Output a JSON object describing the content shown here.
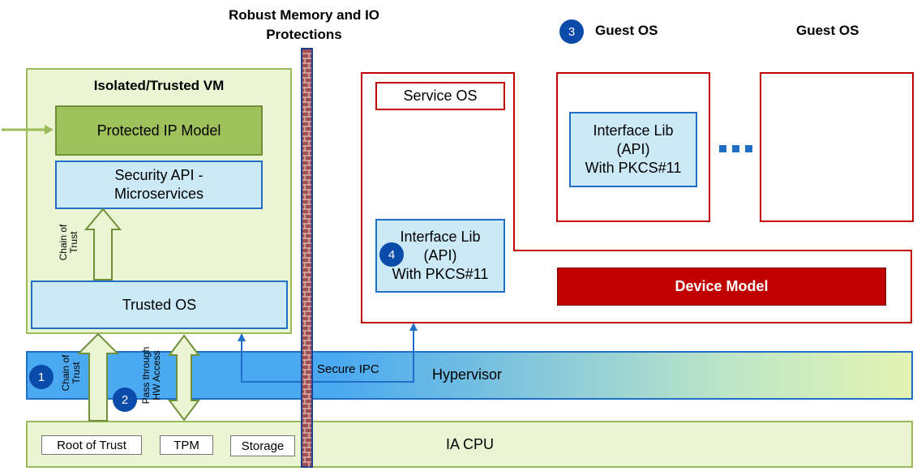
{
  "headers": {
    "memory_io": "Robust Memory and IO\nProtections",
    "guest_os_1": "Guest OS",
    "guest_os_2": "Guest OS"
  },
  "trusted_vm": {
    "title": "Isolated/Trusted VM",
    "protected_ip": "Protected IP Model",
    "security_api": "Security API -\nMicroservices",
    "chain_of_trust": "Chain of\nTrust",
    "trusted_os": "Trusted OS"
  },
  "service_os": {
    "title": "Service OS",
    "interface_lib": "Interface Lib\n(API)\nWith PKCS#11",
    "device_model": "Device Model"
  },
  "guest": {
    "interface_lib": "Interface Lib\n(API)\nWith PKCS#11"
  },
  "hypervisor": {
    "label": "Hypervisor",
    "chain_of_trust": "Chain of\nTrust",
    "pass_through": "Pass through\nHW Access",
    "secure_ipc": "Secure IPC"
  },
  "cpu": {
    "label": "IA CPU",
    "root_of_trust": "Root of Trust",
    "tpm": "TPM",
    "storage": "Storage"
  },
  "badges": {
    "b1": "1",
    "b2": "2",
    "b3": "3",
    "b4": "4"
  },
  "colors": {
    "green_fill": "#ebf5d3",
    "green_border": "#9bbb59",
    "model_green": "#9fc15b",
    "light_blue": "#cce9f7",
    "blue_border": "#1f6fc5",
    "red": "#c00000",
    "badge_blue": "#0a4aa8"
  }
}
